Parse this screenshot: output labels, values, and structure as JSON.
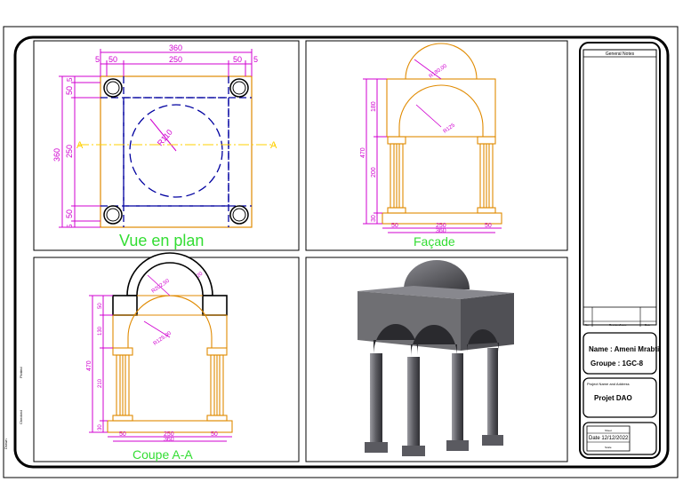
{
  "colors": {
    "frame": "#000000",
    "dimension": "#d000d0",
    "column": "#e08a00",
    "hidden_line": "#0000a0",
    "section_line": "#ffd000",
    "label": "#33dd33",
    "model_fill": "#6f6f73",
    "model_shadow": "#3c3c40"
  },
  "views": {
    "plan": {
      "label": "Vue en plan",
      "dims": {
        "overall": "360",
        "inner": "250",
        "side_left": "50",
        "side_right": "50",
        "edge_left": "5",
        "edge_right": "5",
        "v_overall": "360",
        "v_inner": "250",
        "v_top": "50",
        "v_bottom": "50",
        "v_edge_top": "5",
        "v_edge_bottom": "5",
        "radius": "R110"
      },
      "section_marks": [
        "A",
        "A"
      ]
    },
    "facade": {
      "label": "Façade",
      "dims": {
        "h_overall": "470",
        "h_top": "180",
        "h_mid": "200",
        "h_base": "30",
        "w_inner": "250",
        "w_overall": "360",
        "w_left": "50",
        "w_right": "50",
        "arc_top": "R180,00",
        "arc_inner": "R125"
      }
    },
    "section": {
      "label": "Coupe A-A",
      "dims": {
        "h_overall": "470",
        "h_top": "50",
        "h_mid1": "130",
        "h_mid2": "210",
        "h_base": "30",
        "w_inner": "250",
        "w_overall": "360",
        "w_left": "50",
        "w_right": "50",
        "arc_top": "R202,50",
        "arc_inner": "R125,00",
        "thickness": "20"
      }
    },
    "model_3d": {
      "label": ""
    }
  },
  "title_block": {
    "general_notes": "General Notes",
    "rev_cols": [
      "No",
      "Revision/Issue",
      "Date"
    ],
    "name": "Name : Ameni Mrabti",
    "group": "Groupe : 1GC-8",
    "project_label": "Project Name and Address",
    "project_name": "Projet DAO",
    "sheet_label": "Sheet",
    "date": "Date 12/12/2022",
    "scale_label": "Scale"
  },
  "side_labels": [
    "Plotted",
    "Checked",
    "Drawn"
  ]
}
